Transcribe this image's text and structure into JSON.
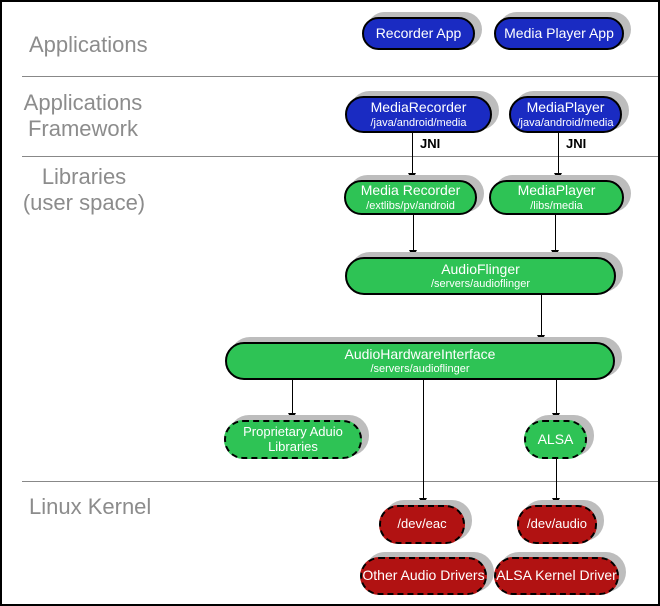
{
  "colors": {
    "blue": "#1a2bc2",
    "green": "#2ec355",
    "red": "#b11212",
    "shadow_gray": "#bdbdbd",
    "label_gray": "#8c8c8c",
    "divider_gray": "#888888"
  },
  "layers": {
    "applications": {
      "label": "Applications"
    },
    "applications_framework": {
      "line1": "Applications",
      "line2": "Framework"
    },
    "libraries": {
      "line1": "Libraries",
      "line2": "(user space)"
    },
    "linux_kernel": {
      "label": "Linux Kernel"
    }
  },
  "connectors": {
    "jni_left": "JNI",
    "jni_right": "JNI"
  },
  "nodes": {
    "recorder_app": {
      "title": "Recorder App"
    },
    "media_player_app": {
      "title": "Media Player App"
    },
    "mediarecorder_framework": {
      "title": "MediaRecorder",
      "subtitle": "/java/android/media"
    },
    "mediaplayer_framework": {
      "title": "MediaPlayer",
      "subtitle": "/java/android/media"
    },
    "media_recorder_lib": {
      "title": "Media Recorder",
      "subtitle": "/extlibs/pv/android"
    },
    "mediaplayer_lib": {
      "title": "MediaPlayer",
      "subtitle": "/libs/media"
    },
    "audioflinger": {
      "title": "AudioFlinger",
      "subtitle": "/servers/audioflinger"
    },
    "audio_hardware_interface": {
      "title": "AudioHardwareInterface",
      "subtitle": "/servers/audioflinger"
    },
    "proprietary_audio_libraries": {
      "line1": "Proprietary Aduio",
      "line2": "Libraries"
    },
    "alsa": {
      "title": "ALSA"
    },
    "dev_eac": {
      "title": "/dev/eac"
    },
    "dev_audio": {
      "title": "/dev/audio"
    },
    "other_audio_drivers": {
      "title": "Other Audio Drivers"
    },
    "alsa_kernel_driver": {
      "title": "ALSA Kernel Driver"
    }
  }
}
